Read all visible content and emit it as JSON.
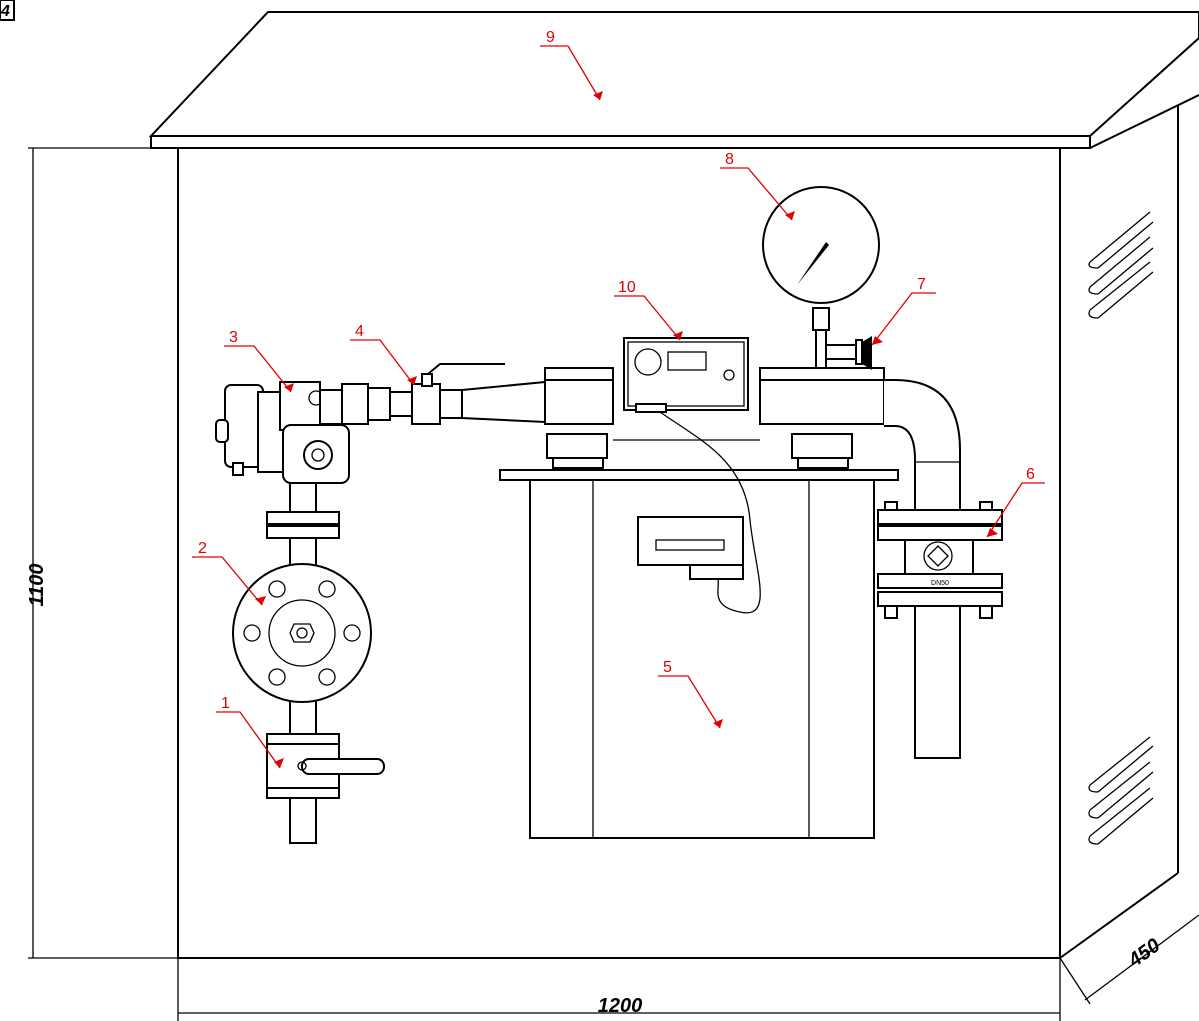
{
  "corner_mark": "4",
  "dimensions": {
    "width": "1200",
    "height": "1100",
    "depth": "450"
  },
  "callouts": [
    "1",
    "2",
    "3",
    "4",
    "5",
    "6",
    "7",
    "8",
    "9",
    "10"
  ],
  "valve_label": "DN50",
  "colors": {
    "outline": "#000000",
    "callout": "#e00000"
  }
}
